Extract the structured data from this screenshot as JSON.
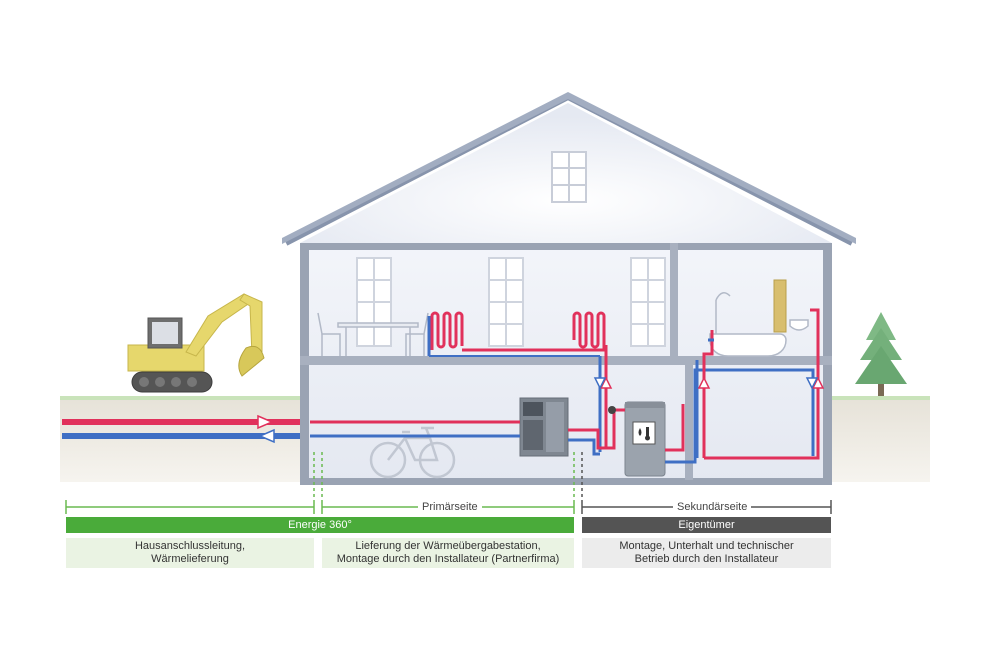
{
  "colors": {
    "energie": "#4aab3a",
    "eigentuemer": "#545454",
    "supply": "#e1315b",
    "return": "#3f6fc4",
    "energie_box": "#eaf3e3",
    "eigentuemer_box": "#ececec"
  },
  "icons": [
    "excavator-icon",
    "fir-tree-icon",
    "bicycle-icon",
    "heat-exchanger-station-icon",
    "water-heater-icon",
    "bathtub-icon",
    "dining-table-icon",
    "radiator-icon"
  ],
  "scope": {
    "primary_label": "Primärseite",
    "secondary_label": "Sekundärseite"
  },
  "bars": {
    "energie": "Energie 360°",
    "eigentuemer": "Eigentümer"
  },
  "boxes": {
    "hausanschluss": [
      "Hausanschlussleitung,",
      "Wärmelieferung"
    ],
    "lieferung": [
      "Lieferung der Wärmeübergabestation,",
      "Montage durch den Installateur (Partnerfirma)"
    ],
    "montage": [
      "Montage, Unterhalt und technischer",
      "Betrieb durch den Installateur"
    ]
  }
}
